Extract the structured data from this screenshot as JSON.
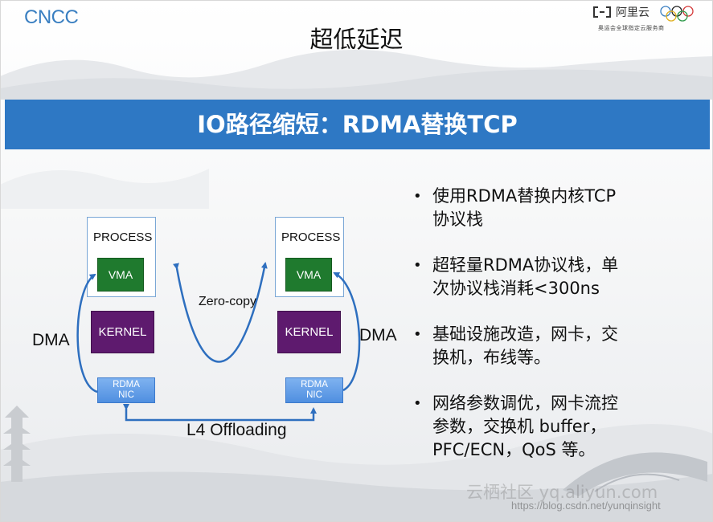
{
  "header": {
    "logo_left": "CNCC",
    "brand_name": "阿里云",
    "brand_tagline": "奥运会全球指定云服务商",
    "title": "超低延迟"
  },
  "banner": {
    "text": "IO路径缩短：RDMA替换TCP"
  },
  "diagram": {
    "left_stack": {
      "process": "PROCESS",
      "vma": "VMA",
      "kernel": "KERNEL",
      "nic_line1": "RDMA",
      "nic_line2": "NIC",
      "dma": "DMA"
    },
    "right_stack": {
      "process": "PROCESS",
      "vma": "VMA",
      "kernel": "KERNEL",
      "nic_line1": "RDMA",
      "nic_line2": "NIC",
      "dma": "DMA"
    },
    "zero_copy": "Zero-copy",
    "offloading": "L4 Offloading"
  },
  "bullets": [
    {
      "line1": "使用RDMA替换内核TCP",
      "line2": "协议栈"
    },
    {
      "line1": "超轻量RDMA协议栈，单",
      "line2": "次协议栈消耗<300ns"
    },
    {
      "line1": "基础设施改造，网卡，交",
      "line2": "换机，布线等。"
    },
    {
      "line1": "网络参数调优，网卡流控",
      "line2": "参数，交换机 buffer，",
      "line3": "PFC/ECN，QoS 等。"
    }
  ],
  "watermark": {
    "text": "云栖社区 yq.aliyun.com",
    "url": "https://blog.csdn.net/yunqinsight"
  },
  "colors": {
    "banner": "#2e78c4",
    "vma": "#1f7a2e",
    "kernel": "#5e1a6e",
    "nic": "#4f8fe0",
    "arrow": "#2e6fbf"
  }
}
